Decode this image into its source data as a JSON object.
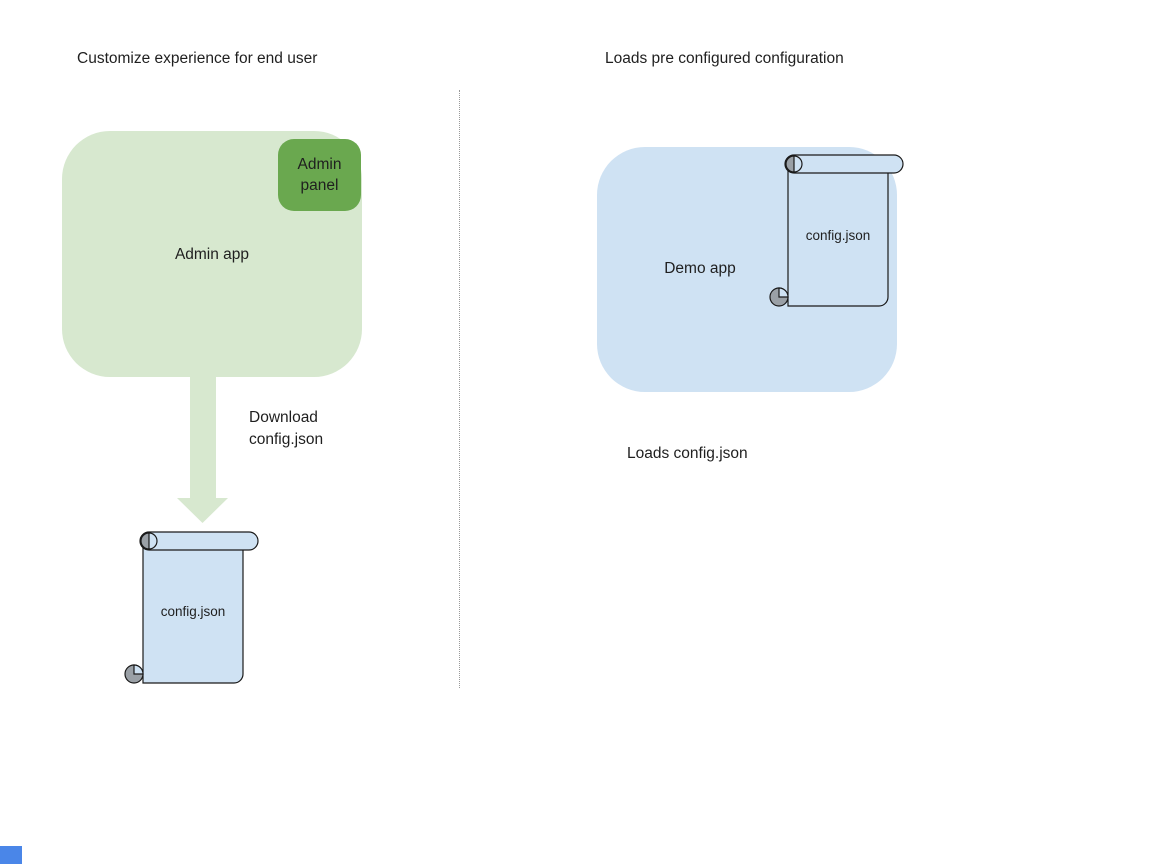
{
  "diagram": {
    "left": {
      "title": "Customize experience for end user",
      "admin_app_label": "Admin app",
      "admin_panel_label": "Admin panel",
      "arrow_caption": "Download config.json",
      "scroll_label": "config.json"
    },
    "right": {
      "title": "Loads pre configured configuration",
      "demo_app_label": "Demo app",
      "scroll_label": "config.json",
      "caption": "Loads config.json"
    },
    "colors": {
      "admin_app_fill": "#d7e8cf",
      "admin_panel_fill": "#6aa84f",
      "arrow_fill": "#d7e8cf",
      "demo_app_fill": "#cfe2f3",
      "scroll_fill": "#cfe2f3",
      "scroll_curl_gray": "#9aa0a6",
      "outline": "#1a1a1a",
      "divider_gray": "#999999",
      "corner_square_blue": "#4a86e8",
      "text_color": "#1f1f1f"
    }
  }
}
